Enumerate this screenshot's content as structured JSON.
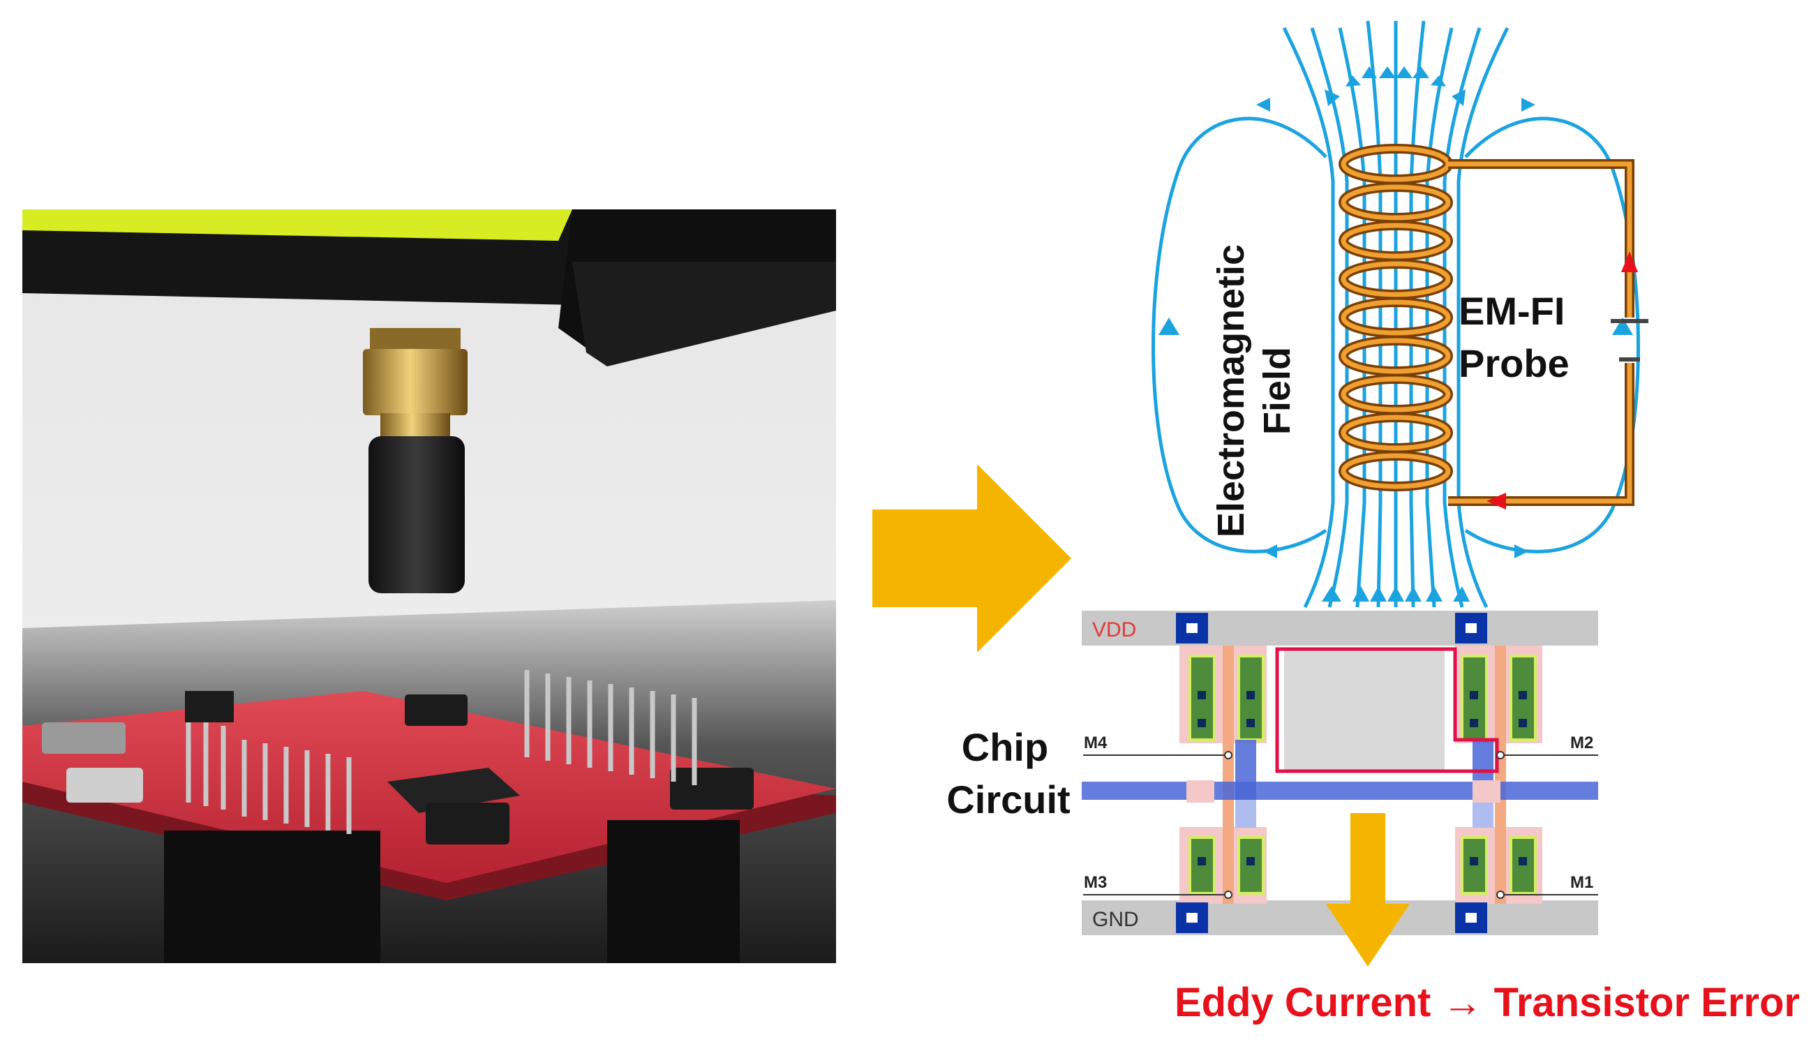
{
  "figure": {
    "labels": {
      "em_field": [
        "Electromagnetic",
        "Field"
      ],
      "probe": [
        "EM-FI",
        "Probe"
      ],
      "chip": [
        "Chip",
        "Circuit"
      ],
      "vdd": "VDD",
      "gnd": "GND",
      "m1": "M1",
      "m2": "M2",
      "m3": "M3",
      "m4": "M4",
      "caption": "Eddy Current → Transistor Error"
    },
    "colors": {
      "field_lines": "#1ba3e0",
      "coil": "#d9790f",
      "arrow": "#f5b400",
      "caption": "#e8101a",
      "circuit_loop": "#e0104a",
      "rail": "#c8c8c8",
      "contact": "#0a33a8",
      "gate_green": "#4e8b3a",
      "poly_blue": "#4a66d6"
    },
    "photo": {
      "description_icons": [
        "em-probe-tip",
        "pcb-board",
        "probe-mount"
      ]
    }
  }
}
